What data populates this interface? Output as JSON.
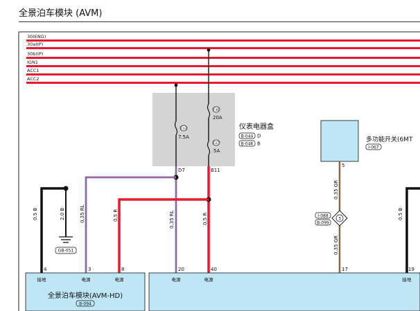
{
  "title": "全景泊车模块 (AVM)",
  "buses": [
    "30(ENG)",
    "30a(IP)",
    "30b(IP)",
    "IGN1",
    "ACC1",
    "ACC2"
  ],
  "fuse_box": {
    "name": "仪表电器盒",
    "connectors": [
      {
        "code": "B-044",
        "pin": "D"
      },
      {
        "code": "B-046",
        "pin": "B"
      }
    ],
    "fuses": [
      {
        "id": "F33",
        "rating": "7.5A"
      },
      {
        "id": "F36",
        "rating": "20A"
      },
      {
        "id": "F27",
        "rating": "5A"
      }
    ],
    "outputs": [
      "D7",
      "B11"
    ]
  },
  "mfs": {
    "name": "多功能开关(6MT",
    "code": "I-067",
    "pin": "5"
  },
  "inline_connector": {
    "codes": [
      "I-088",
      "B-099"
    ],
    "pin": "3"
  },
  "ground": {
    "code": "GB-051"
  },
  "wires": {
    "w1": "0.5 B",
    "w2": "2.0 B",
    "w3": "0.35 RL",
    "w4": "0.5 R",
    "w5": "0.35 RL",
    "w6": "0.5 R",
    "w7": "0.35 GR",
    "w8": "0.35 GR",
    "w9": "0.5 B"
  },
  "module": {
    "name": "全景泊车模块(AVM-HD)",
    "code": "B-094",
    "pins_left": [
      {
        "pin": "4",
        "label": "接地"
      },
      {
        "pin": "3",
        "label": "电源"
      },
      {
        "pin": "8",
        "label": "电源"
      }
    ],
    "pins_right": [
      {
        "pin": "20",
        "label": "电源"
      },
      {
        "pin": "40",
        "label": "电源"
      },
      {
        "pin": "17",
        "label": ""
      },
      {
        "pin": "19",
        "label": "接地"
      }
    ]
  },
  "colors": {
    "bus": "#e8192c",
    "wire_black": "#111111",
    "wire_red": "#e8192c",
    "wire_rl_blue": "#6aa3e0",
    "wire_gr": "#8a6a3c",
    "module_fill": "#bfe6f5",
    "fusebox_fill": "#d4d4d4"
  }
}
